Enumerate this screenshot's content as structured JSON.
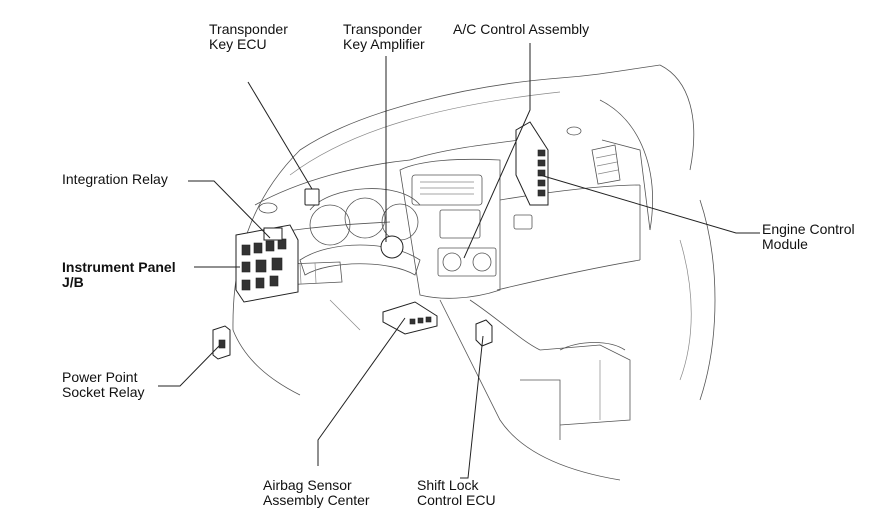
{
  "labels": {
    "transponder_key_ecu": [
      "Transponder",
      "Key ECU"
    ],
    "transponder_key_amplifier": [
      "Transponder",
      "Key Amplifier"
    ],
    "ac_control_assembly": [
      "A/C Control Assembly"
    ],
    "integration_relay": [
      "Integration Relay"
    ],
    "instrument_panel_jb": [
      "Instrument Panel",
      "J/B"
    ],
    "engine_control_module": [
      "Engine Control",
      "Module"
    ],
    "power_point_socket_relay": [
      "Power Point",
      "Socket Relay"
    ],
    "airbag_sensor_assembly_center": [
      "Airbag Sensor",
      "Assembly Center"
    ],
    "shift_lock_control_ecu": [
      "Shift Lock",
      "Control ECU"
    ]
  }
}
